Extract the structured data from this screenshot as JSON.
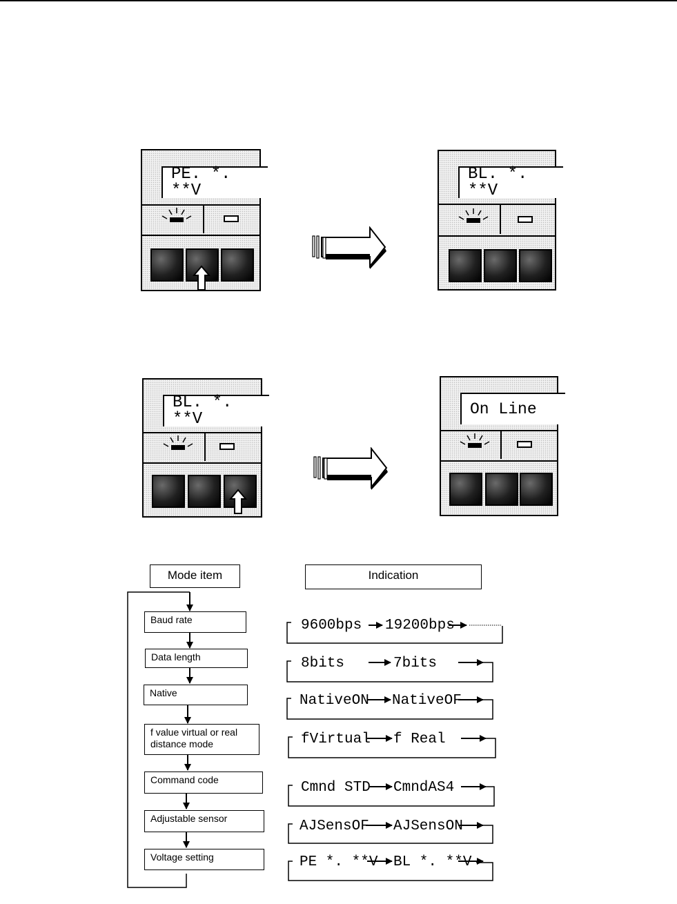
{
  "panels": {
    "p1_display": "PE. *. **V",
    "p2_display": "BL. *. **V",
    "p3_display": "BL. *. **V",
    "p4_display": "On Line"
  },
  "headers": {
    "mode_item": "Mode item",
    "indication": "Indication"
  },
  "mode_items": [
    "Baud  rate",
    "Data  length",
    "Native",
    "f value virtual or real\ndistance mode",
    "Command code",
    "Adjustable sensor",
    "Voltage setting"
  ],
  "indications": [
    {
      "a": "9600bps",
      "b": "19200bps"
    },
    {
      "a": "8bits",
      "b": "7bits"
    },
    {
      "a": "NativeON",
      "b": "NativeOF"
    },
    {
      "a": "fVirtual",
      "b": "f Real"
    },
    {
      "a": "Cmnd STD",
      "b": "CmndAS4"
    },
    {
      "a": "AJSensOF",
      "b": "AJSensON"
    },
    {
      "a": "PE *. **V",
      "b": "BL *. **V"
    }
  ]
}
